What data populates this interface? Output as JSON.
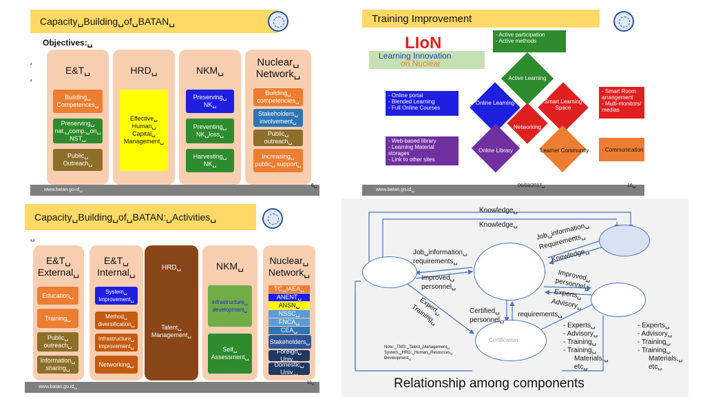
{
  "s1": {
    "title": "Capacity␣Building␣of␣BATAN␣",
    "objectives": "Objectives:␣",
    "bullet1": "␣",
    "bullet2": "␣",
    "footer": "www.batan.go.id␣",
    "page": "6␣",
    "cols": [
      {
        "title": "E&T␣",
        "items": [
          "Building␣ Competences␣",
          "Preserving␣ nat.␣comp.␣on␣ NST␣",
          "Public␣ Outreach␣"
        ]
      },
      {
        "title": "HRD␣",
        "items": [
          "Effective␣ Human␣ Capital␣ Management␣"
        ]
      },
      {
        "title": "NKM␣",
        "items": [
          "Preserving␣ NK␣",
          "Preventing␣ NK␣loss␣",
          "Harvesting␣ NK␣"
        ]
      },
      {
        "title": "Nuclear␣ Network␣",
        "items": [
          "Building␣ competencies␣",
          "Stakeholders␣ involvement␣",
          "Public␣ outreach␣",
          "Increasing␣ public␣ support␣"
        ]
      }
    ]
  },
  "s2": {
    "title": "Training Improvement",
    "lion": "LIoN",
    "lion_sub1": "Learning Innovation",
    "lion_sub2": "on Nuclear",
    "box_active": [
      "-  Active participation",
      "-  Active methods"
    ],
    "box_online": [
      "-  Online portal",
      "-  Blended Learning",
      "-  Full Online Courses"
    ],
    "box_smart": [
      "-  Smart Room",
      "   arrangement",
      "-  Multi-monitors/",
      "   medias"
    ],
    "box_web": [
      "-  Web-based library",
      "-  Learning Material",
      "   storages",
      "-  Link to other sites"
    ],
    "box_comm": "- Communication forum",
    "d_active": "Active Learning",
    "d_online": "Online Learning",
    "d_smart": "Smart Learning Space",
    "d_network": "Networking",
    "d_library": "Online Library",
    "d_community": "Learner Community",
    "footer": "www.batan.go.id␣",
    "date": "06/03/2017␣",
    "page": "16␣"
  },
  "s3": {
    "title": "Capacity␣Building␣of␣BATAN:␣Activities␣",
    "bullet": "␣",
    "footer": "www.batan.go.id␣",
    "page": "10␣",
    "cols": [
      {
        "title": "E&T␣ External␣",
        "items": [
          "Education␣",
          "Training␣",
          "Public␣ outreach␣",
          "Information␣ sharing␣"
        ]
      },
      {
        "title": "E&T␣ Internal␣",
        "items": [
          "System␣ Improvement␣",
          "Method␣ diversification␣",
          "Infrastructure␣ improvement␣",
          "Networking␣"
        ]
      },
      {
        "title": "HRD␣",
        "items": [
          "Talent␣ Management␣"
        ]
      },
      {
        "title": "NKM␣",
        "items": [
          "infrastructure␣ development␣",
          "Self␣ Assessment␣"
        ]
      },
      {
        "title": "Nuclear␣ Network␣",
        "items": [
          "TC␣IAEA␣",
          "ANENT␣",
          "ANSN␣",
          "NSSC␣",
          "FNCA␣",
          "CEA␣",
          "Stakeholders␣",
          "Foreign␣ Univ.␣",
          "Domestic␣ Univ.␣"
        ]
      }
    ]
  },
  "s4": {
    "knowledge_top": "Knowledge␣",
    "knowledge2": "Knowledge␣",
    "job_req1": "Job␣information␣",
    "job_req2": "Requirements␣",
    "knowledge3": "Knowledge␣",
    "job_left1": "Job␣information␣",
    "job_left2": "requirements␣",
    "improved_l1": "Improved␣",
    "improved_l2": "personnel␣",
    "improved_r1": "Improved␣",
    "improved_r2": "personnel␣",
    "experts_r1": "Experts␣",
    "experts_r2": "Advisory␣",
    "expert_diag1": "Expert␣",
    "expert_diag2": "Training␣",
    "certified1": "Certified␣",
    "certified2": "personnel␣",
    "requirements": "requirements␣",
    "certification": "Certification",
    "list1": [
      "Experts␣",
      "Advisory␣",
      "Training␣",
      "Training␣",
      "Materials,␣",
      "etc␣"
    ],
    "list2": [
      "Experts␣",
      "Advisory␣",
      "Training␣",
      "Training␣",
      "Materials,␣",
      "etc␣"
    ],
    "note": "Note:␣TMS:␣Talent␣Management␣ System,␣HRD:␣Human␣Resources␣ Development␣",
    "caption": "Relationship among components"
  },
  "colors": {
    "header": "#ffd966",
    "orange": "#ed7d31",
    "blue": "#1f1fe0",
    "green": "#2e8b2e",
    "red": "#e02020",
    "purple": "#7030a0"
  }
}
